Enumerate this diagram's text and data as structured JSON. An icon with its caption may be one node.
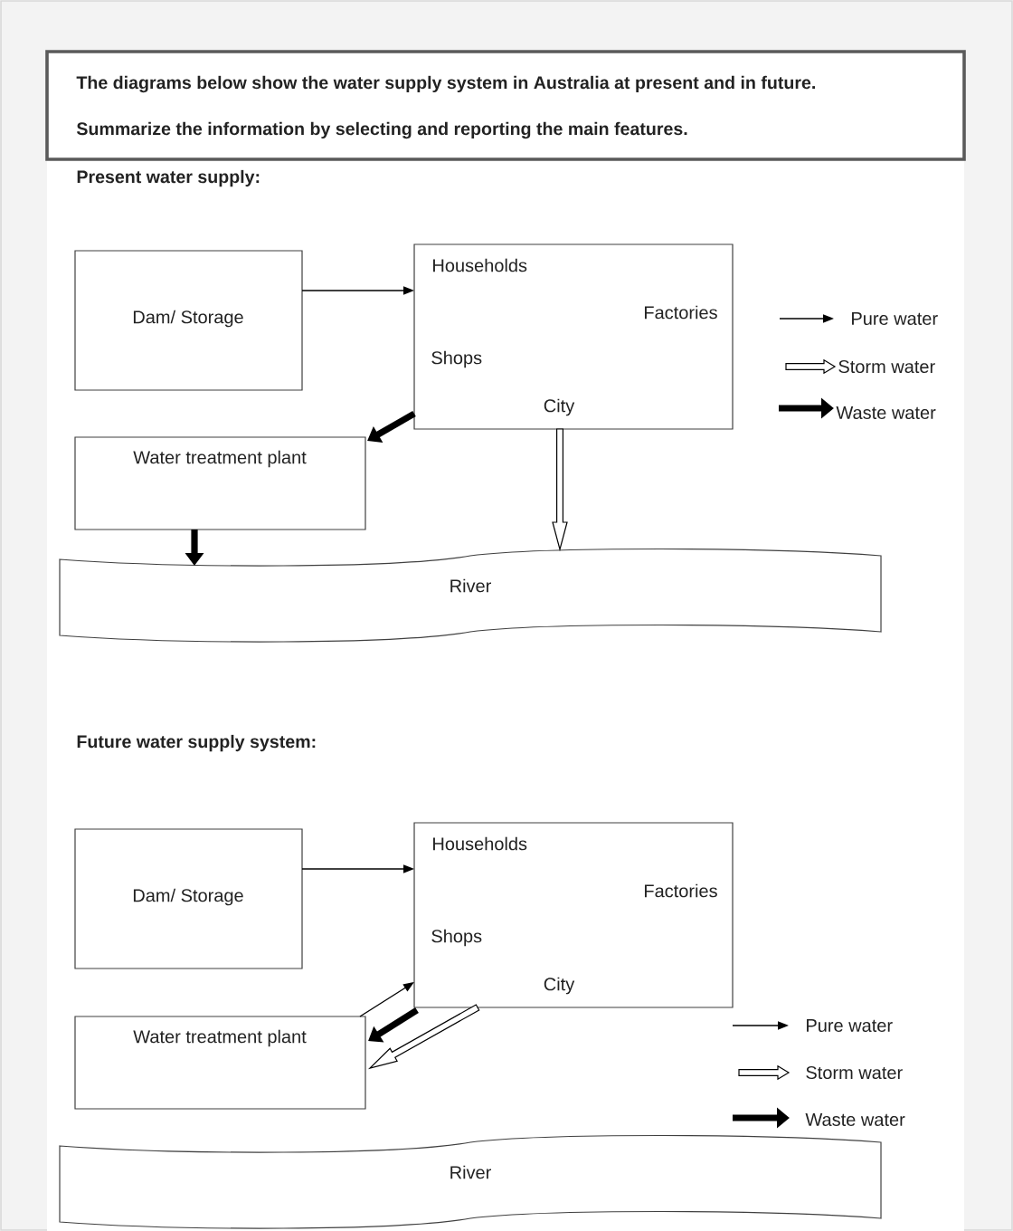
{
  "diagram": {
    "nodes": [
      {
        "text": [
          "The diagrams below show the water supply system in Australia at present and in future.",
          "Summarize the information by selecting and reporting the main features."
        ]
      },
      {
        "text": [
          "Dam/ Storage"
        ]
      },
      {
        "text": [
          "Households",
          "Factories",
          "Shops",
          "City"
        ]
      },
      {
        "text": [
          "Water treatment plant"
        ]
      },
      {
        "text": [
          "River"
        ]
      },
      {
        "text": [
          "Dam/ Storage"
        ]
      },
      {
        "text": [
          "Households",
          "Factories",
          "Shops",
          "City"
        ]
      },
      {
        "text": [
          "Water treatment plant"
        ]
      },
      {
        "text": [
          "River"
        ]
      }
    ],
    "edges": [
      {
        "from": 1,
        "to": 2,
        "arrow": "to"
      },
      {
        "from": 2,
        "to": 3,
        "arrow": "to",
        "style": "thick"
      },
      {
        "from": 3,
        "to": 4,
        "arrow": "to",
        "style": "thick"
      },
      {
        "from": 2,
        "to": 4,
        "arrow": "to",
        "style": "thick",
        "color": "#ffffff"
      },
      {
        "from": 5,
        "to": 6,
        "arrow": "to"
      },
      {
        "from": 7,
        "to": 6,
        "arrow": "to"
      },
      {
        "from": 6,
        "to": 7,
        "arrow": "to",
        "style": "thick"
      },
      {
        "from": 6,
        "to": 7,
        "arrow": "to",
        "style": "thick",
        "color": "#ffffff"
      }
    ],
    "labels": [
      "Present water supply:",
      "Future water supply system:"
    ],
    "legend": [
      {
        "text": "Pure water"
      },
      {
        "text": "Storm water"
      },
      {
        "text": "Waste water"
      },
      {
        "text": "Pure water"
      },
      {
        "text": "Storm water"
      },
      {
        "text": "Waste water"
      }
    ]
  }
}
